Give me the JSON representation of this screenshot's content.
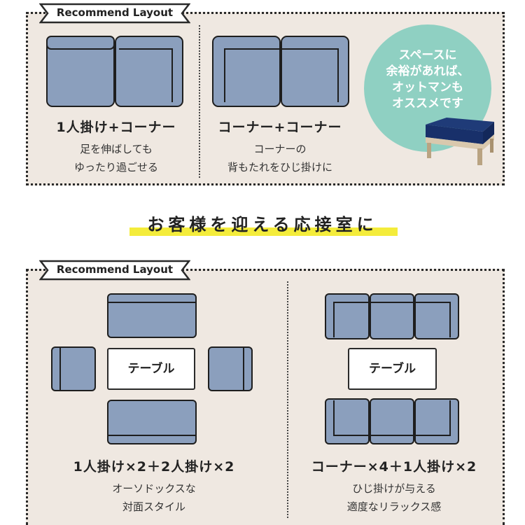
{
  "section1": {
    "tag": "Recommend Layout",
    "layouts": [
      {
        "title": "1人掛け+コーナー",
        "desc": [
          "足を伸ばしても",
          "ゆったり過ごせる"
        ]
      },
      {
        "title": "コーナー+コーナー",
        "desc": [
          "コーナーの",
          "背もたれをひじ掛けに"
        ]
      }
    ],
    "bubble": [
      "スペースに",
      "余裕があれば、",
      "オットマンも",
      "オススメです"
    ]
  },
  "headline": "お客様を迎える応接室に",
  "section2": {
    "tag": "Recommend Layout",
    "layouts": [
      {
        "table": "テーブル",
        "title": "1人掛け×2＋2人掛け×2",
        "desc": [
          "オーソドックスな",
          "対面スタイル"
        ]
      },
      {
        "table": "テーブル",
        "title": "コーナー×4＋1人掛け×2",
        "desc": [
          "ひじ掛けが与える",
          "適度なリラックス感"
        ]
      }
    ]
  },
  "colors": {
    "panel": "#efe8e1",
    "sofa": "#8b9fbd",
    "accent_circle": "#8fd0c2",
    "highlight": "#f4ec3b",
    "ottoman": "#1f3b78"
  }
}
